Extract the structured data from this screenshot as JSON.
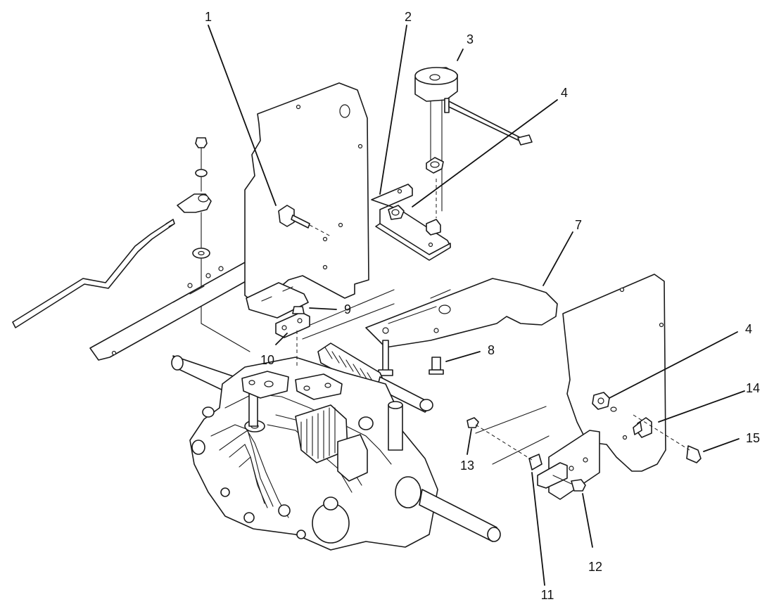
{
  "callouts": [
    {
      "id": "1",
      "label": "1"
    },
    {
      "id": "2",
      "label": "2"
    },
    {
      "id": "3",
      "label": "3"
    },
    {
      "id": "4a",
      "label": "4"
    },
    {
      "id": "7",
      "label": "7"
    },
    {
      "id": "9",
      "label": "9"
    },
    {
      "id": "10",
      "label": "10"
    },
    {
      "id": "8",
      "label": "8"
    },
    {
      "id": "4b",
      "label": "4"
    },
    {
      "id": "14",
      "label": "14"
    },
    {
      "id": "15",
      "label": "15"
    },
    {
      "id": "13",
      "label": "13"
    },
    {
      "id": "12",
      "label": "12"
    },
    {
      "id": "11",
      "label": "11"
    }
  ]
}
